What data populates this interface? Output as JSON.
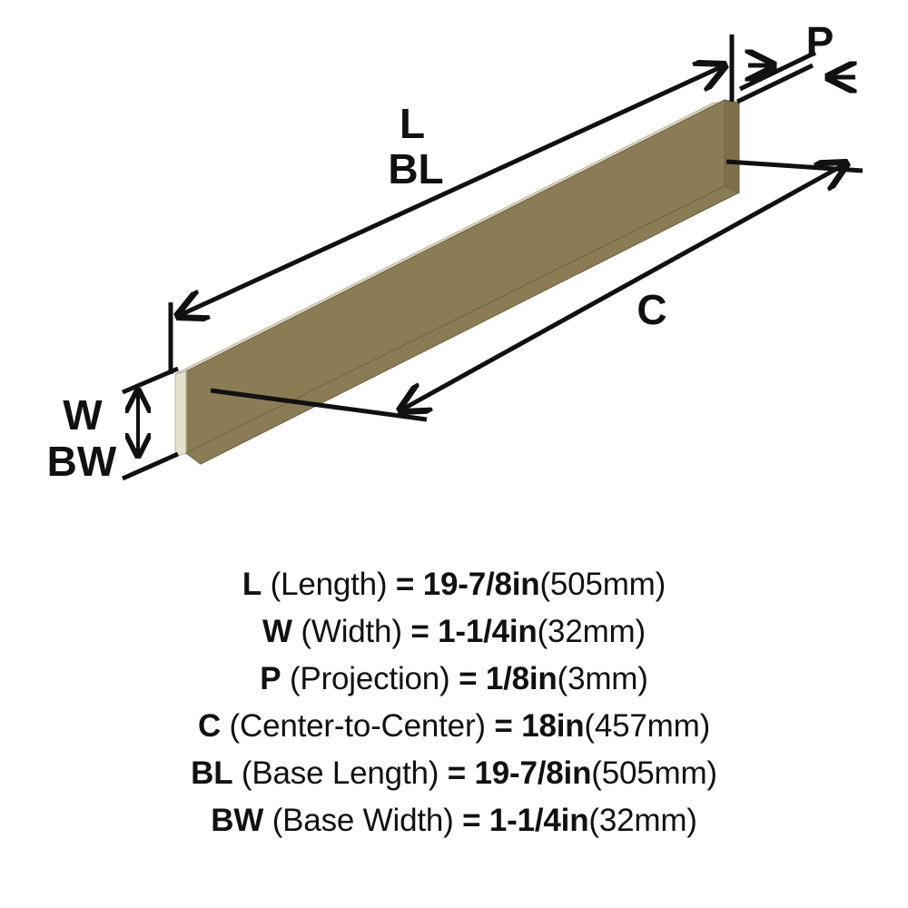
{
  "diagram": {
    "title": "Pull handle dimension diagram",
    "part_color": "#8a7c55",
    "part_edge_color": "#ded8c4",
    "line_color": "#111111",
    "background": "#ffffff",
    "callouts": [
      {
        "id": "L",
        "label": "L",
        "name": "length-callout"
      },
      {
        "id": "BL",
        "label": "BL",
        "name": "base-length-callout"
      },
      {
        "id": "P",
        "label": "P",
        "name": "projection-callout"
      },
      {
        "id": "C",
        "label": "C",
        "name": "center-to-center-callout"
      },
      {
        "id": "W",
        "label": "W",
        "name": "width-callout"
      },
      {
        "id": "BW",
        "label": "BW",
        "name": "base-width-callout"
      }
    ]
  },
  "specs": [
    {
      "symbol": "L",
      "name": "(Length)",
      "equals": "=",
      "value": "19-7/8in",
      "metric": "(505mm)"
    },
    {
      "symbol": "W",
      "name": "(Width)",
      "equals": "=",
      "value": "1-1/4in",
      "metric": "(32mm)"
    },
    {
      "symbol": "P",
      "name": "(Projection)",
      "equals": "=",
      "value": "1/8in",
      "metric": "(3mm)"
    },
    {
      "symbol": "C",
      "name": "(Center-to-Center)",
      "equals": "=",
      "value": "18in",
      "metric": "(457mm)"
    },
    {
      "symbol": "BL",
      "name": "(Base Length)",
      "equals": "=",
      "value": "19-7/8in",
      "metric": "(505mm)"
    },
    {
      "symbol": "BW",
      "name": "(Base Width)",
      "equals": "=",
      "value": "1-1/4in",
      "metric": "(32mm)"
    }
  ]
}
